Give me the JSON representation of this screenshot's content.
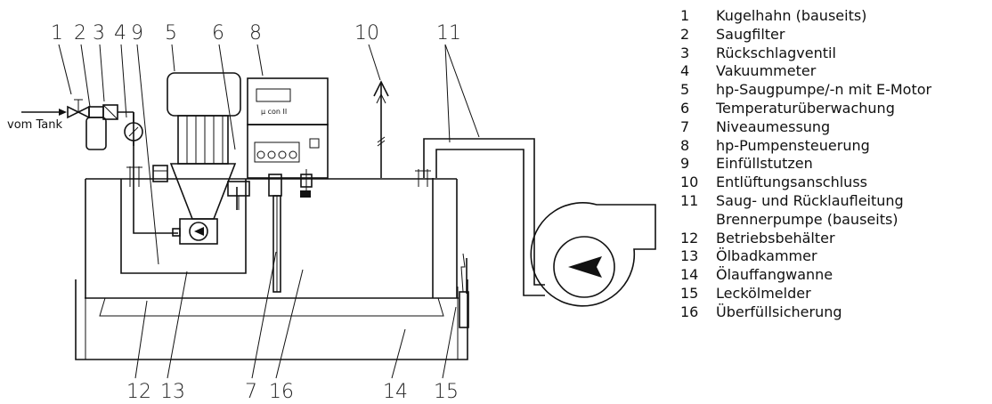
{
  "callouts": [
    "1",
    "2",
    "3",
    "4",
    "9",
    "5",
    "6",
    "8",
    "10",
    "11",
    "12",
    "13",
    "7",
    "16",
    "14",
    "15"
  ],
  "inlet_label": "vom Tank",
  "controller_label": "μ con II",
  "legend": [
    {
      "number": "1",
      "text": "Kugelhahn (bauseits)"
    },
    {
      "number": "2",
      "text": "Saugfilter"
    },
    {
      "number": "3",
      "text": "Rückschlagventil"
    },
    {
      "number": "4",
      "text": "Vakuummeter"
    },
    {
      "number": "5",
      "text": "hp-Saugpumpe/-n mit E-Motor"
    },
    {
      "number": "6",
      "text": "Temperaturüberwachung"
    },
    {
      "number": "7",
      "text": "Niveaumessung"
    },
    {
      "number": "8",
      "text": "hp-Pumpensteuerung"
    },
    {
      "number": "9",
      "text": "Einfüllstutzen"
    },
    {
      "number": "10",
      "text": "Entlüftungsanschluss"
    },
    {
      "number": "11",
      "text": "Saug- und Rücklaufleitung"
    },
    {
      "number": "",
      "text": "Brennerpumpe (bauseits)"
    },
    {
      "number": "12",
      "text": "Betriebsbehälter"
    },
    {
      "number": "13",
      "text": "Ölbadkammer"
    },
    {
      "number": "14",
      "text": "Ölauffangwanne"
    },
    {
      "number": "15",
      "text": "Leckölmelder"
    },
    {
      "number": "16",
      "text": "Überfüllsicherung"
    }
  ]
}
